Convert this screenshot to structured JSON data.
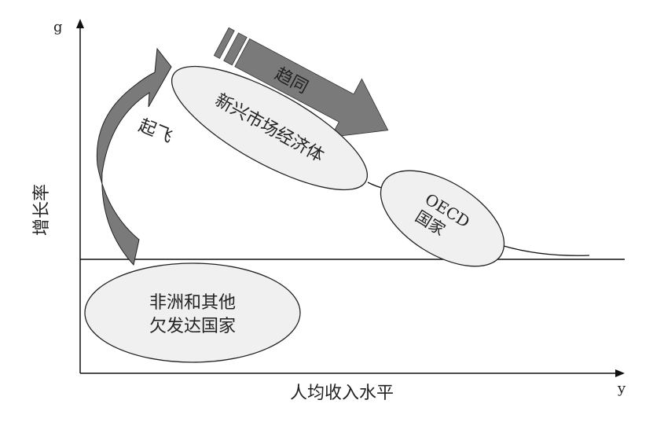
{
  "axes": {
    "y_symbol": "g",
    "x_symbol": "y",
    "y_label": "增长率",
    "x_label": "人均收入水平"
  },
  "groups": {
    "africa": [
      "非洲和其他",
      "欠发达国家"
    ],
    "emerging": "新兴市场经济体",
    "oecd": [
      "OECD",
      "国家"
    ]
  },
  "arrows": {
    "takeoff": "起飞",
    "convergence": "趋同"
  },
  "colors": {
    "arrow_fill": "#7a7a7a",
    "ellipse_fill": "#f0f0f0",
    "line": "#111111"
  }
}
